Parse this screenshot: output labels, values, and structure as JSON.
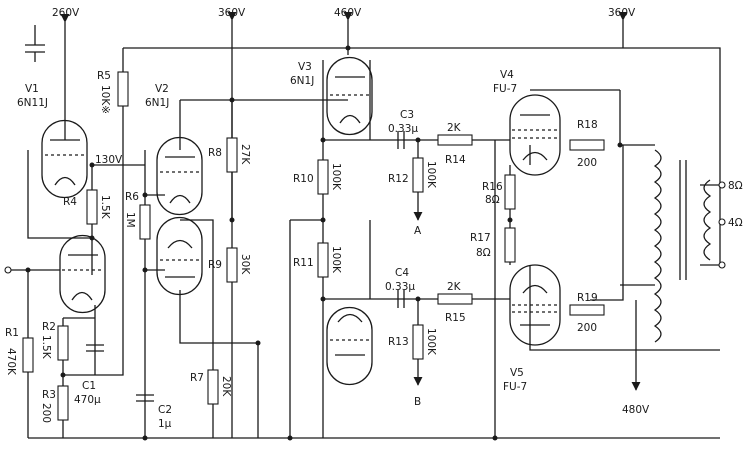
{
  "supplies": {
    "s260": "260V",
    "s360a": "360V",
    "s460": "460V",
    "s360b": "360V",
    "s480": "480V",
    "s130": "130V"
  },
  "tubes": {
    "v1": {
      "ref": "V1",
      "type": "6N11J"
    },
    "v2": {
      "ref": "V2",
      "type": "6N1J"
    },
    "v3": {
      "ref": "V3",
      "type": "6N1J"
    },
    "v4": {
      "ref": "V4",
      "type": "FU-7"
    },
    "v5": {
      "ref": "V5",
      "type": "FU-7"
    }
  },
  "resistors": {
    "r1": {
      "ref": "R1",
      "value": "470K"
    },
    "r2": {
      "ref": "R2",
      "value": "1.5K"
    },
    "r3": {
      "ref": "R3",
      "value": "200"
    },
    "r4": {
      "ref": "R4",
      "value": "1.5K"
    },
    "r5": {
      "ref": "R5",
      "value": "10K※"
    },
    "r6": {
      "ref": "R6",
      "value": "1M"
    },
    "r7": {
      "ref": "R7",
      "value": "20K"
    },
    "r8": {
      "ref": "R8",
      "value": "27K"
    },
    "r9": {
      "ref": "R9",
      "value": "30K"
    },
    "r10": {
      "ref": "R10",
      "value": "100K"
    },
    "r11": {
      "ref": "R11",
      "value": "100K"
    },
    "r12": {
      "ref": "R12",
      "value": "100K"
    },
    "r13": {
      "ref": "R13",
      "value": "100K"
    },
    "r14": {
      "ref": "R14",
      "value": "2K"
    },
    "r15": {
      "ref": "R15",
      "value": "2K"
    },
    "r16": {
      "ref": "R16",
      "value": "8Ω"
    },
    "r17": {
      "ref": "R17",
      "value": "8Ω"
    },
    "r18": {
      "ref": "R18",
      "value": "200"
    },
    "r19": {
      "ref": "R19",
      "value": "200"
    }
  },
  "capacitors": {
    "c1": {
      "ref": "C1",
      "value": "470μ"
    },
    "c2": {
      "ref": "C2",
      "value": "1μ"
    },
    "c3": {
      "ref": "C3",
      "value": "0.33μ"
    },
    "c4": {
      "ref": "C4",
      "value": "0.33μ"
    }
  },
  "test_points": {
    "a": "A",
    "b": "B"
  },
  "outputs": {
    "o8": "8Ω",
    "o4": "4Ω"
  }
}
